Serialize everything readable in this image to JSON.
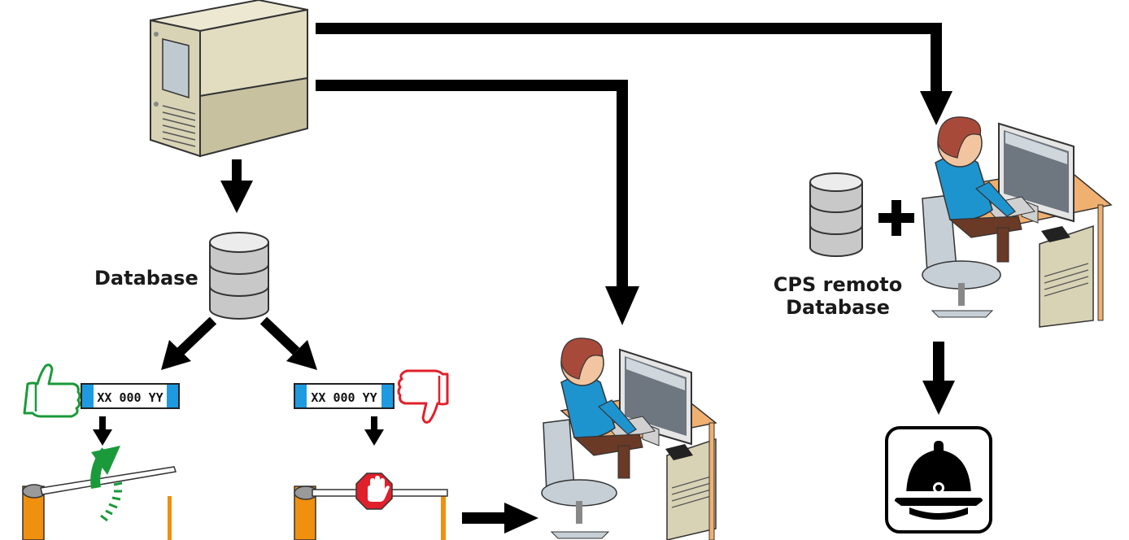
{
  "labels": {
    "database": "Database",
    "cps_line1": "CPS remoto",
    "cps_line2": "Database"
  },
  "plates": {
    "approved": "XX 000 YY",
    "denied": "XX 000 YY"
  },
  "colors": {
    "arrow": "#000000",
    "barrier_post": "#f0900f",
    "plate_blue": "#1e9be0",
    "approve_green": "#1a9a3a",
    "deny_red": "#e0202a",
    "server_body": "#d9d4b8",
    "shirt": "#1e94cf",
    "desk": "#f0b070"
  },
  "icons": [
    "server-icon",
    "database-icon",
    "thumbs-up-icon",
    "thumbs-down-icon",
    "stop-hand-icon",
    "operator-icon",
    "police-helmet-icon",
    "plus-icon"
  ]
}
